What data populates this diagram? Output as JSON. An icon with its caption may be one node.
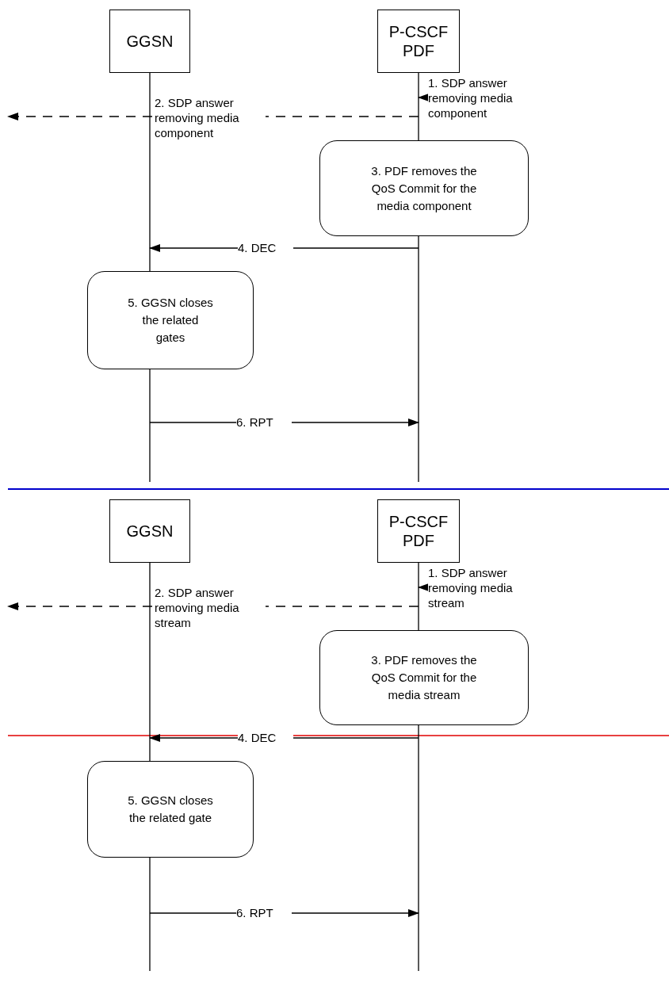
{
  "diagram": {
    "nodes": [
      {
        "text": [
          "GGSN"
        ]
      },
      {
        "text": [
          "P-CSCF PDF"
        ]
      },
      {
        "text": [
          "3. PDF removes the QoS Commit for the media component"
        ]
      },
      {
        "text": [
          "5. GGSN closes the related gates"
        ]
      },
      {
        "text": [
          "GGSN"
        ]
      },
      {
        "text": [
          "P-CSCF PDF"
        ]
      },
      {
        "text": [
          "3. PDF removes the QoS Commit for the media stream"
        ]
      },
      {
        "text": [
          "5. GGSN closes the related gate"
        ]
      }
    ],
    "edges": [
      {
        "from": null,
        "to": 1,
        "arrow": "to",
        "label": "1. SDP answer removing media component",
        "style": "dashed"
      },
      {
        "from": 1,
        "to": null,
        "arrow": "to",
        "label": "2. SDP answer removing media component",
        "style": "dashed"
      },
      {
        "from": 1,
        "to": 0,
        "arrow": "to",
        "label": "4. DEC"
      },
      {
        "from": 0,
        "to": 1,
        "arrow": "to",
        "label": "6. RPT"
      },
      {
        "from": null,
        "to": 5,
        "arrow": "to",
        "label": "1. SDP answer removing media stream",
        "style": "dashed"
      },
      {
        "from": 5,
        "to": null,
        "arrow": "to",
        "label": "2. SDP answer removing media stream",
        "style": "dashed"
      },
      {
        "from": 5,
        "to": 4,
        "arrow": "to",
        "label": "4. DEC"
      },
      {
        "from": 4,
        "to": 5,
        "arrow": "to",
        "label": "6. RPT"
      }
    ]
  }
}
